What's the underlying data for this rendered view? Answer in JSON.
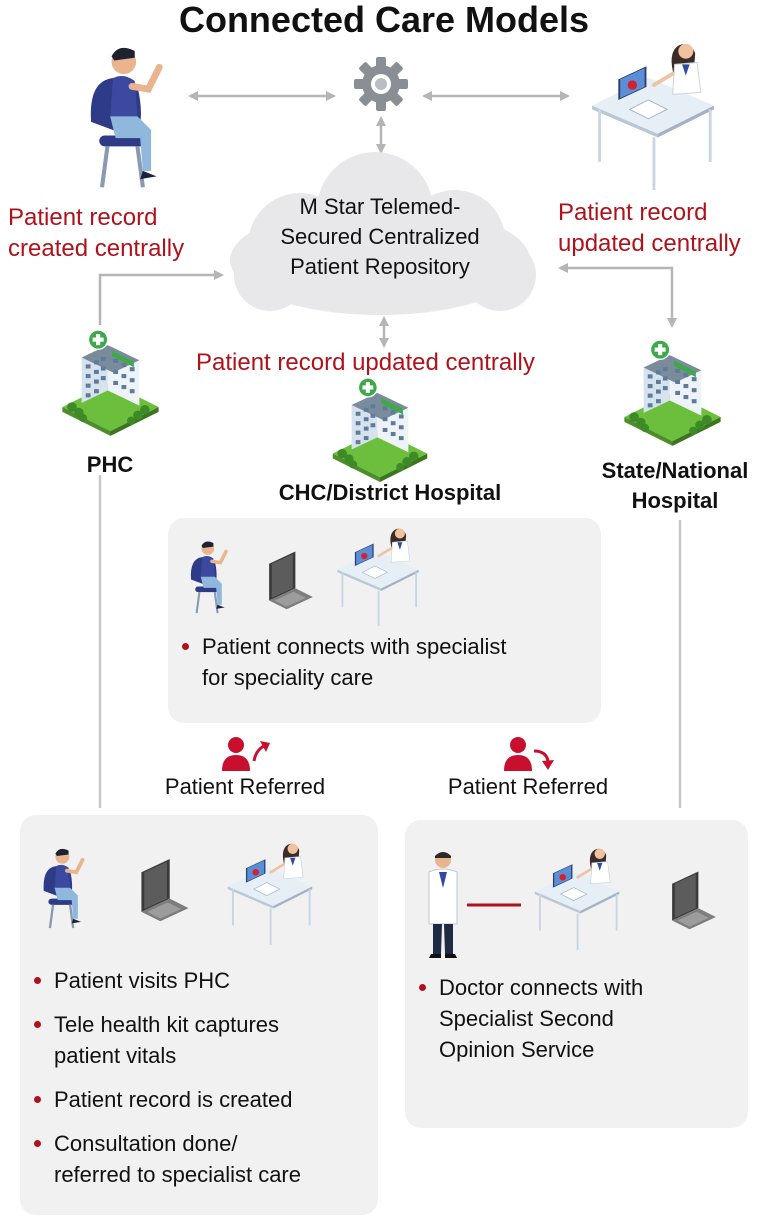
{
  "title": "Connected Care Models",
  "cloud": {
    "text": "M Star Telemed-\nSecured Centralized\nPatient Repository"
  },
  "annotations": {
    "left": "Patient record\ncreated centrally",
    "right": "Patient record\nupdated centrally",
    "center": "Patient record updated centrally"
  },
  "facilities": {
    "phc": "PHC",
    "chc": "CHC/District Hospital",
    "state": "State/National\nHospital"
  },
  "center_panel": {
    "bullets": [
      "Patient connects with specialist\nfor speciality care"
    ]
  },
  "referrals": {
    "left": "Patient Referred",
    "right": "Patient Referred"
  },
  "phc_panel": {
    "bullets": [
      "Patient visits PHC",
      "Tele health kit captures\npatient vitals",
      "Patient record is created",
      "Consultation done/\nreferred to specialist care"
    ]
  },
  "right_panel": {
    "bullets": [
      "Doctor connects with\nSpecialist Second\nOpinion Service"
    ]
  },
  "colors": {
    "accent_red": "#b0121b",
    "panel_bg": "#f1f1f1",
    "arrow_gray": "#b5b5b5",
    "hospital_green": "#5aa832"
  }
}
